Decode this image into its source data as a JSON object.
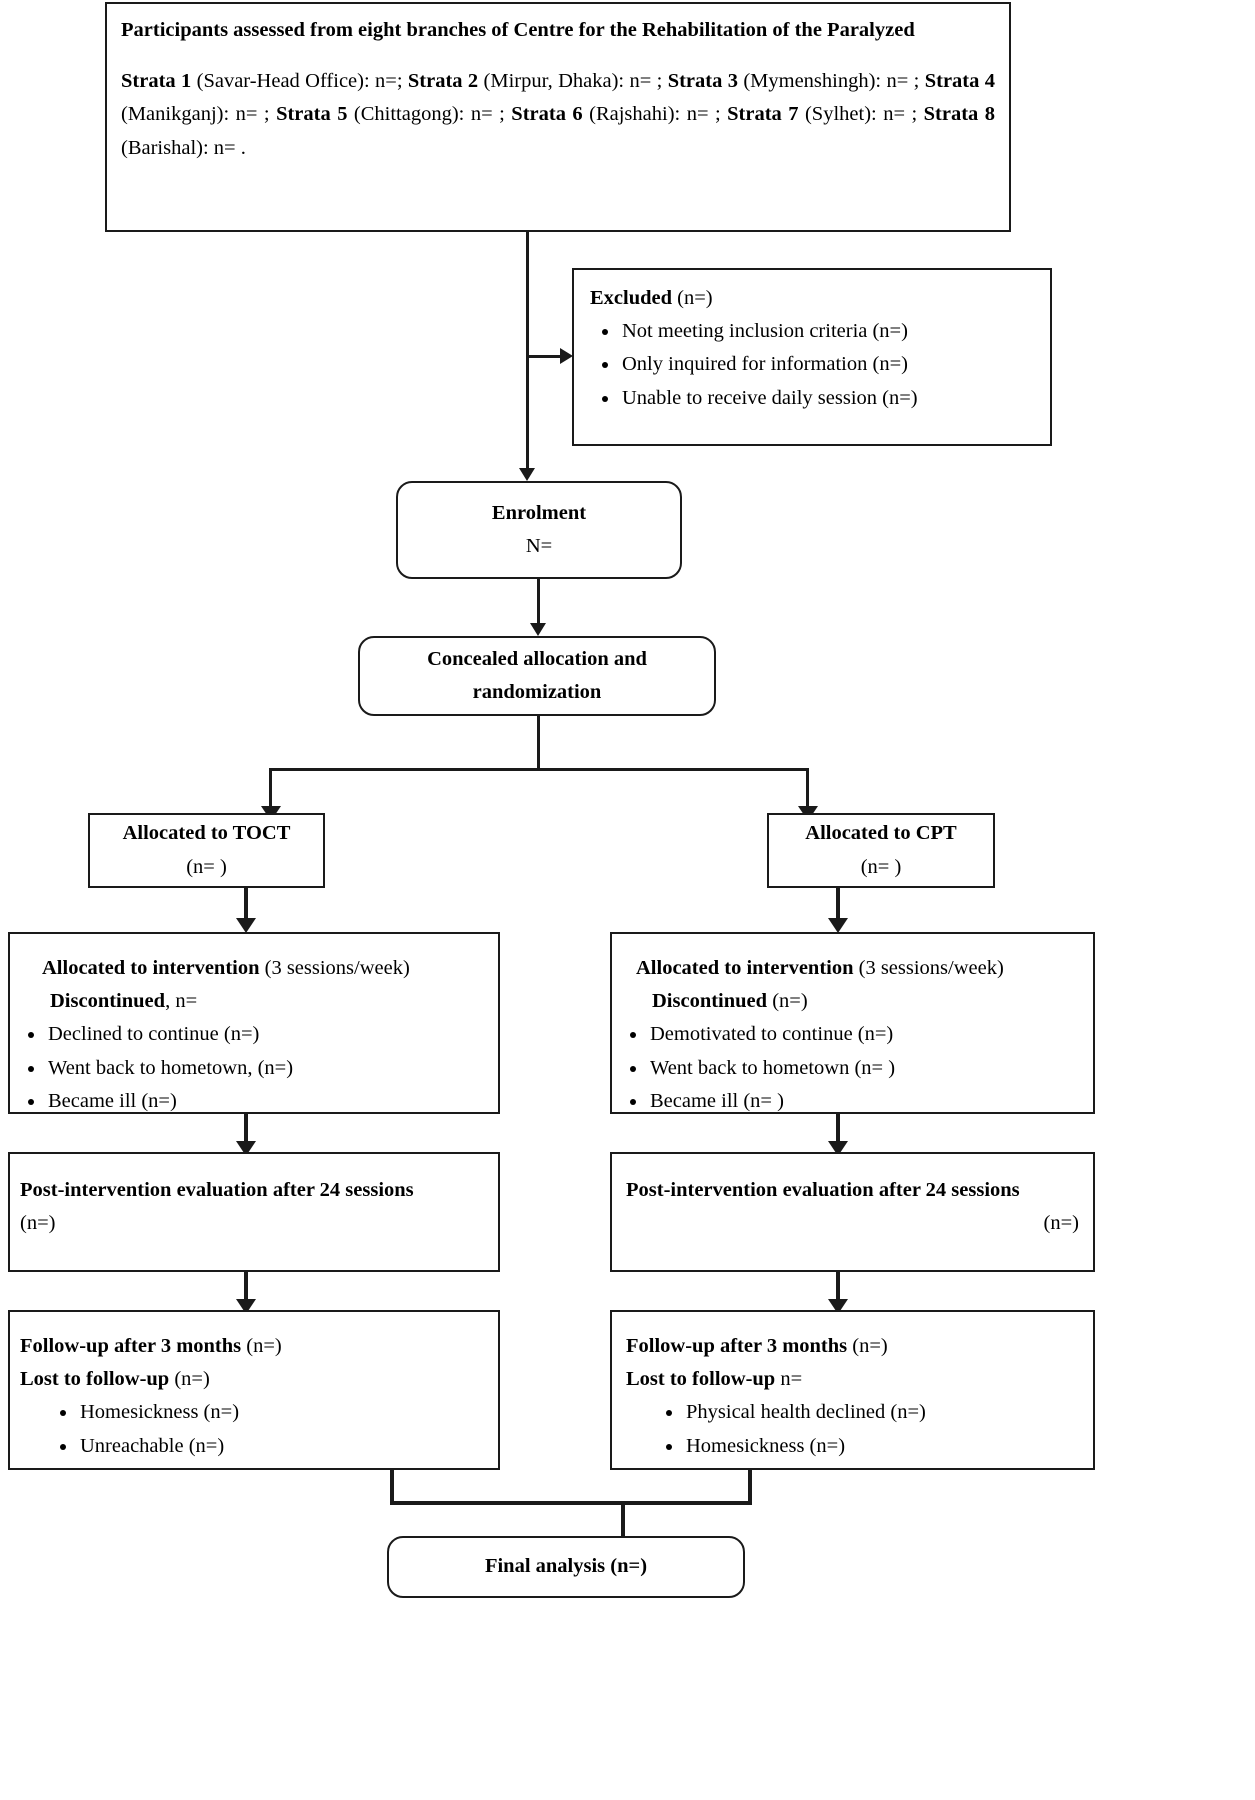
{
  "diagram": {
    "title": "CONSORT participant flow diagram",
    "accent_color": "#1a1a1a",
    "background_color": "#ffffff"
  },
  "assessment_box": {
    "heading": "Participants assessed from eight branches of Centre for the Rehabilitation of the Paralyzed",
    "strata_line": {
      "s1_label": "Strata 1",
      "s1_text": " (Savar-Head Office): n=; ",
      "s2_label": "Strata 2",
      "s2_text": " (Mirpur, Dhaka): n= ; ",
      "s3_label": "Strata 3",
      "s3_text": " (Mymenshingh): n= ; ",
      "s4_label": "Strata 4",
      "s4_text": " (Manikganj): n= ; ",
      "s5_label": "Strata 5",
      "s5_text": " (Chittagong): n= ; ",
      "s6_label": "Strata 6",
      "s6_text": " (Rajshahi): n= ; ",
      "s7_label": "Strata 7",
      "s7_text": " (Sylhet): n= ; ",
      "s8_label": "Strata 8",
      "s8_text": " (Barishal): n= ."
    }
  },
  "excluded_box": {
    "heading_bold": "Excluded",
    "heading_rest": " (n=)",
    "items": [
      "Not meeting inclusion criteria (n=)",
      "Only inquired for information (n=)",
      "Unable to receive daily session (n=)"
    ]
  },
  "enrolment_box": {
    "title": "Enrolment",
    "count": "N="
  },
  "allocation_box": {
    "line1": "Concealed allocation and",
    "line2": "randomization"
  },
  "allocated_left": {
    "title": "Allocated to TOCT",
    "count": "(n= )"
  },
  "allocated_right": {
    "title": "Allocated to CPT",
    "count": "(n= )"
  },
  "intervention_left": {
    "heading_bold": "Allocated to intervention",
    "heading_rest": " (3 sessions/week)",
    "discontinued_bold": "Discontinued",
    "discontinued_rest": ", n=",
    "items": [
      "Declined to continue (n=)",
      "Went back to hometown, (n=)",
      "Became ill (n=)"
    ]
  },
  "intervention_right": {
    "heading_bold": "Allocated to intervention",
    "heading_rest": " (3 sessions/week)",
    "discontinued_bold": "Discontinued",
    "discontinued_rest": " (n=)",
    "items": [
      "Demotivated to continue (n=)",
      "Went back to hometown (n= )",
      "Became ill (n= )"
    ]
  },
  "post_left": {
    "heading": "Post-intervention evaluation after 24 sessions",
    "count": "(n=)"
  },
  "post_right": {
    "heading": "Post-intervention evaluation after 24 sessions",
    "count": "(n=)"
  },
  "followup_left": {
    "heading_bold": "Follow-up after 3 months",
    "heading_rest": " (n=)",
    "lost_bold": "Lost to follow-up",
    "lost_rest": " (n=)",
    "items": [
      "Homesickness (n=)",
      "Unreachable (n=)"
    ]
  },
  "followup_right": {
    "heading_bold": "Follow-up after 3 months",
    "heading_rest": " (n=)",
    "lost_bold": "Lost to follow-up",
    "lost_rest": " n=",
    "items": [
      "Physical health declined (n=)",
      "Homesickness (n=)"
    ]
  },
  "final_box": {
    "title_bold": "Final analysis",
    "title_rest": " (n=)"
  }
}
